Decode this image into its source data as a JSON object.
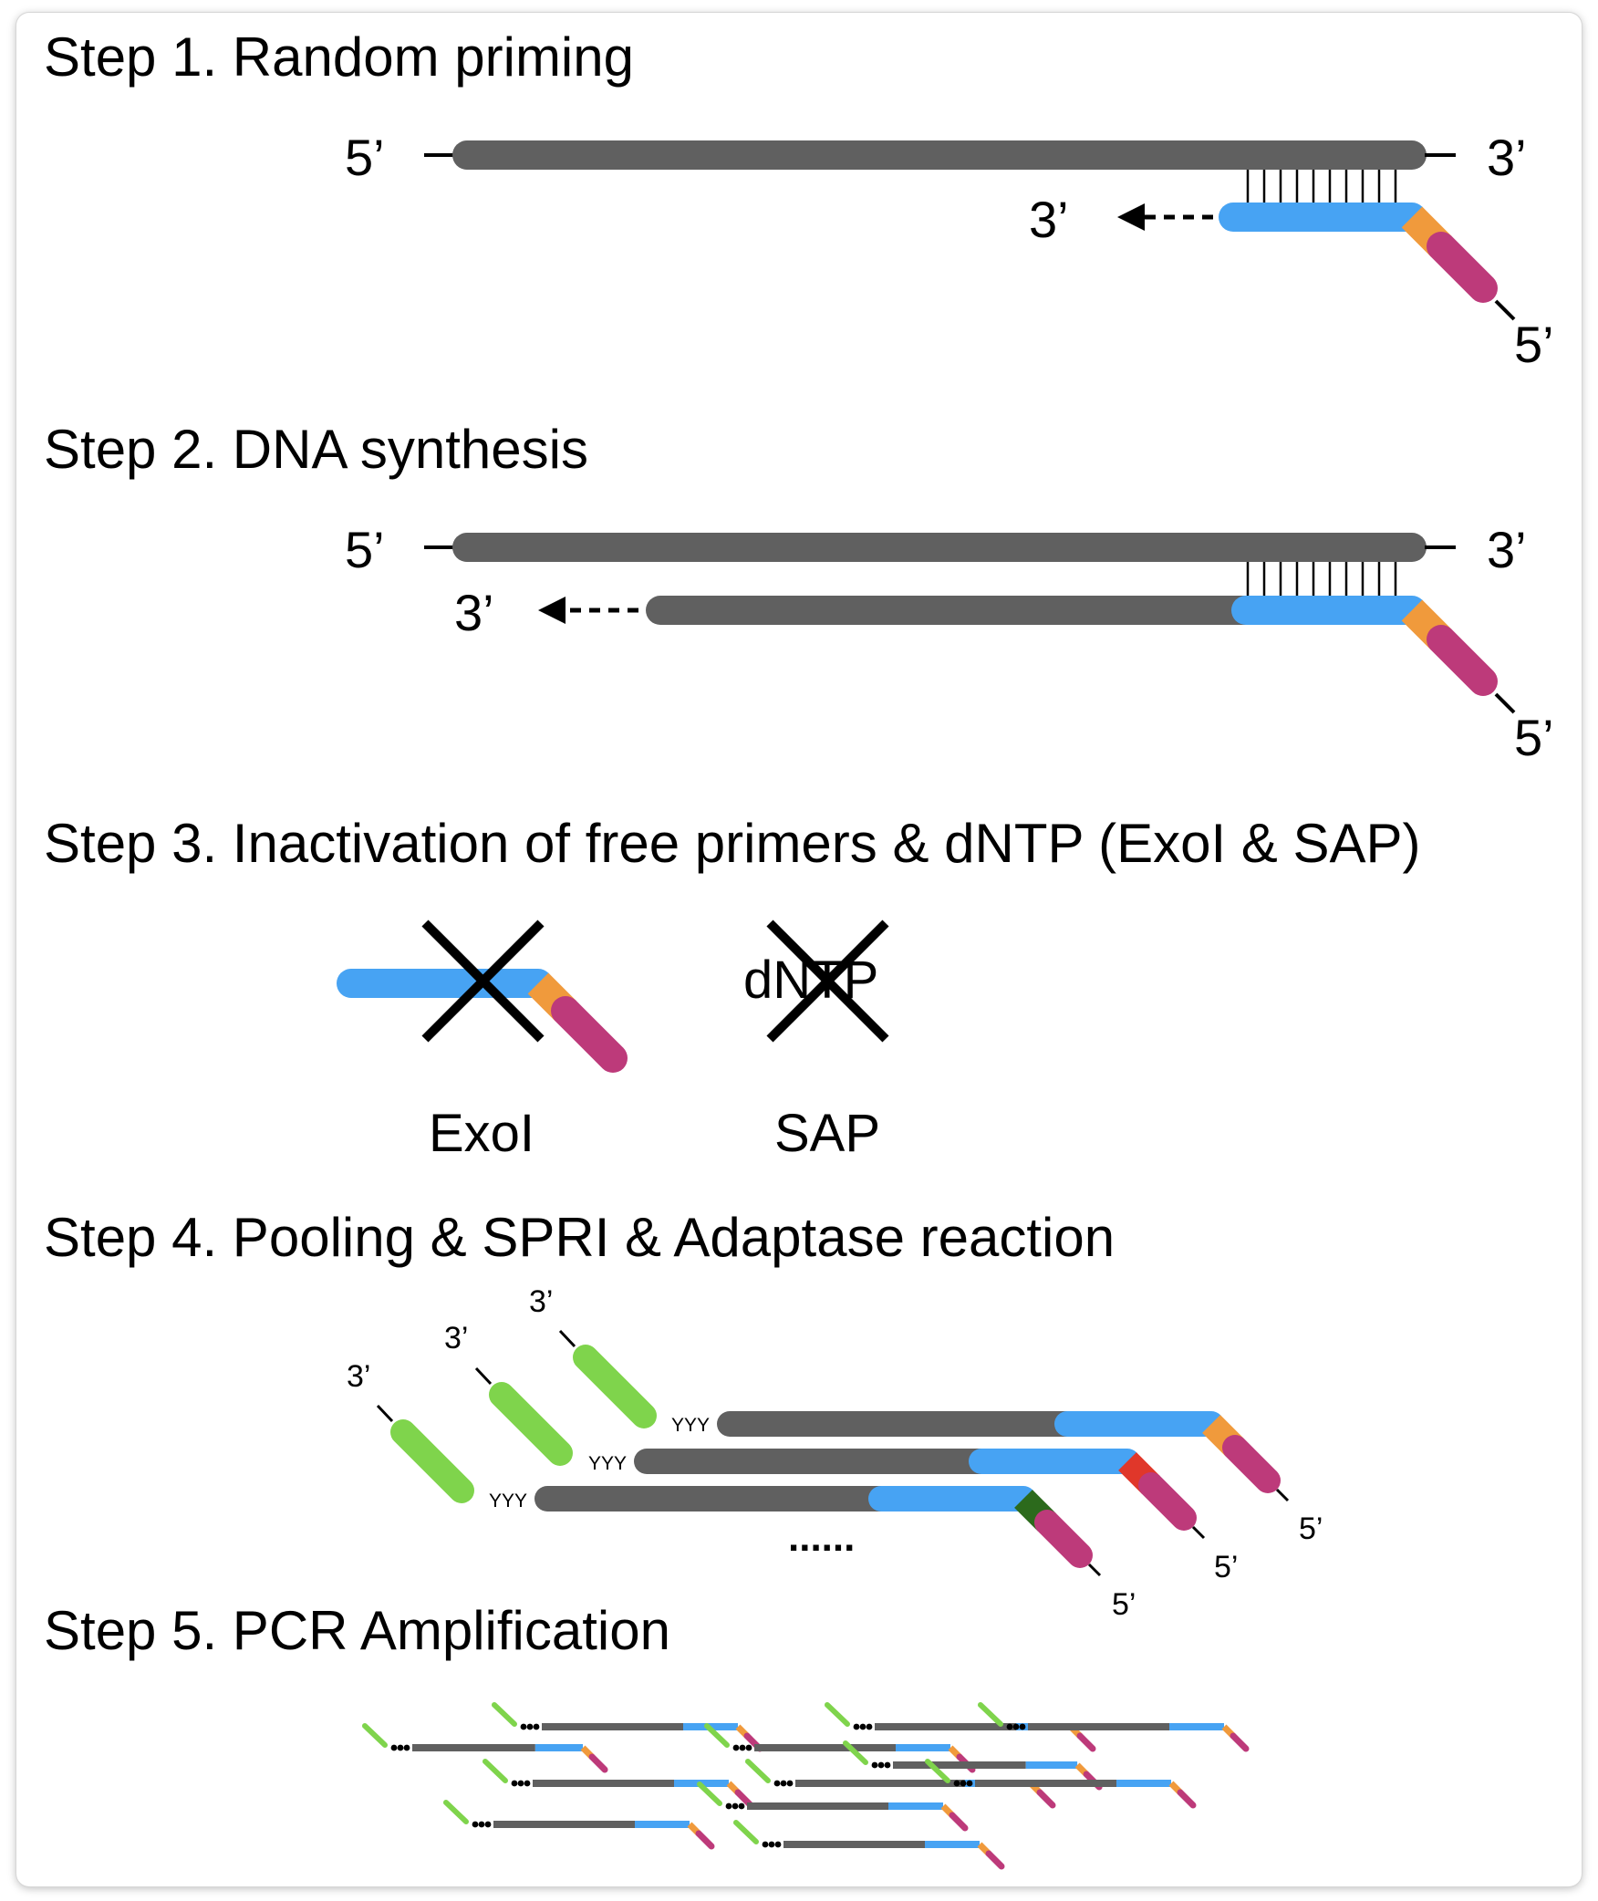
{
  "steps": [
    {
      "title": "Step 1. Random priming"
    },
    {
      "title": "Step 2. DNA synthesis"
    },
    {
      "title": "Step 3. Inactivation of free primers & dNTP (ExoI & SAP)"
    },
    {
      "title": "Step 4. Pooling & SPRI & Adaptase reaction"
    },
    {
      "title": "Step 5. PCR Amplification"
    }
  ],
  "ends": {
    "five_prime": "5’",
    "three_prime": "3’"
  },
  "step3": {
    "dntp": "dNTP",
    "exo_label": "ExoI",
    "sap_label": "SAP"
  },
  "step4": {
    "tail": "YYY",
    "ellipsis": "......"
  },
  "colors": {
    "template": "#606060",
    "primer": "#47a3f3",
    "barcode": "#f09a3c",
    "handle": "#bd3a7a",
    "adapter": "#7fd44c",
    "barcode_red": "#e0372a",
    "barcode_green": "#2c6a1c"
  }
}
